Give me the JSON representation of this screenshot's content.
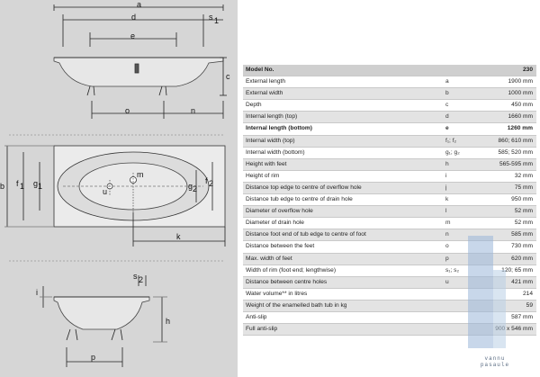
{
  "drawing": {
    "labels": {
      "a": "a",
      "d": "d",
      "s1": "s",
      "s1_sub": "1",
      "e": "e",
      "c": "c",
      "o": "o",
      "n": "n",
      "b": "b",
      "f1": "f",
      "f1_sub": "1",
      "g1": "g",
      "g1_sub": "1",
      "f2": "f",
      "f2_sub": "2",
      "g2": "g",
      "g2_sub": "2",
      "m": "m",
      "u": "u",
      "k": "k",
      "i": "i",
      "s2": "s",
      "s2_sub": "2",
      "h": "h",
      "p": "p"
    }
  },
  "table": {
    "rows": [
      {
        "label": "Model No.",
        "sym": "",
        "val": "230",
        "style": "hdr"
      },
      {
        "label": "External length",
        "sym": "a",
        "val": "1900 mm",
        "style": ""
      },
      {
        "label": "External width",
        "sym": "b",
        "val": "1000 mm",
        "style": "alt"
      },
      {
        "label": "Depth",
        "sym": "c",
        "val": "450 mm",
        "style": ""
      },
      {
        "label": "Internal length (top)",
        "sym": "d",
        "val": "1660 mm",
        "style": "alt"
      },
      {
        "label": "Internal length (bottom)",
        "sym": "e",
        "val": "1260 mm",
        "style": "bold"
      },
      {
        "label": "Internal width (top)",
        "sym": "f₁; f₂",
        "val": "860; 610 mm",
        "style": "alt"
      },
      {
        "label": "Internal width (bottom)",
        "sym": "g₁; g₂",
        "val": "585; 520 mm",
        "style": ""
      },
      {
        "label": "Height with feet",
        "sym": "h",
        "val": "565-595 mm",
        "style": "alt"
      },
      {
        "label": "Height of rim",
        "sym": "i",
        "val": "32 mm",
        "style": ""
      },
      {
        "label": "Distance top edge to centre of overflow hole",
        "sym": "j",
        "val": "75 mm",
        "style": "alt"
      },
      {
        "label": "Distance tub edge to centre of drain hole",
        "sym": "k",
        "val": "950 mm",
        "style": ""
      },
      {
        "label": "Diameter of overflow hole",
        "sym": "l",
        "val": "52 mm",
        "style": "alt"
      },
      {
        "label": "Diameter of drain hole",
        "sym": "m",
        "val": "52 mm",
        "style": ""
      },
      {
        "label": "Distance foot end of tub edge to centre of foot",
        "sym": "n",
        "val": "585 mm",
        "style": "alt"
      },
      {
        "label": "Distance between the feet",
        "sym": "o",
        "val": "730 mm",
        "style": ""
      },
      {
        "label": "Max. width of feet",
        "sym": "p",
        "val": "620 mm",
        "style": "alt"
      },
      {
        "label": "Width of rim (foot end; lengthwise)",
        "sym": "s₁; s₂",
        "val": "120; 65 mm",
        "style": ""
      },
      {
        "label": "Distance between centre holes",
        "sym": "u",
        "val": "421 mm",
        "style": "alt"
      },
      {
        "label": "Water volume** in litres",
        "sym": "",
        "val": "214",
        "style": ""
      },
      {
        "label": "Weight of the enamelled bath tub in kg",
        "sym": "",
        "val": "59",
        "style": "alt"
      },
      {
        "label": "Anti-slip",
        "sym": "",
        "val": "587 mm",
        "style": ""
      },
      {
        "label": "Full anti-slip",
        "sym": "",
        "val": "900 x 546 mm",
        "style": "alt"
      }
    ]
  },
  "watermark": {
    "line1": "vannu",
    "line2": "pasaule"
  }
}
